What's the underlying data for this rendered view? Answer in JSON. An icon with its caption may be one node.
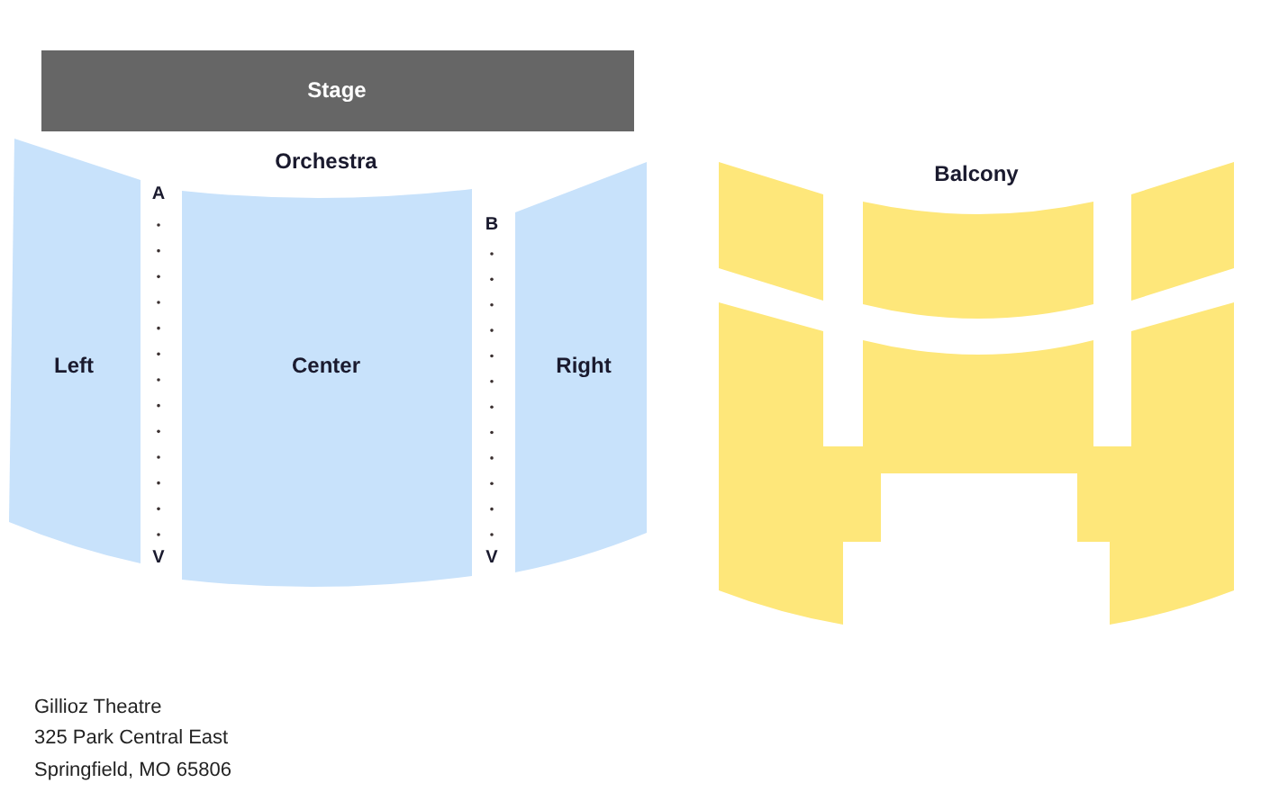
{
  "diagram": {
    "nodes": [
      {
        "text": [
          "Stage"
        ]
      },
      {
        "text": [
          "Left"
        ]
      },
      {
        "text": [
          "Center"
        ]
      },
      {
        "text": [
          "Right"
        ]
      },
      {
        "text": [],
        "shape": "box"
      },
      {
        "text": [],
        "shape": "box"
      },
      {
        "text": [],
        "shape": "box"
      },
      {
        "text": [],
        "shape": "box"
      }
    ],
    "labels": [
      "Orchestra",
      "A",
      "V",
      "B",
      "V",
      "Balcony",
      "Gillioz Theatre",
      "325 Park Central East",
      "Springfield, MO 65806"
    ]
  }
}
